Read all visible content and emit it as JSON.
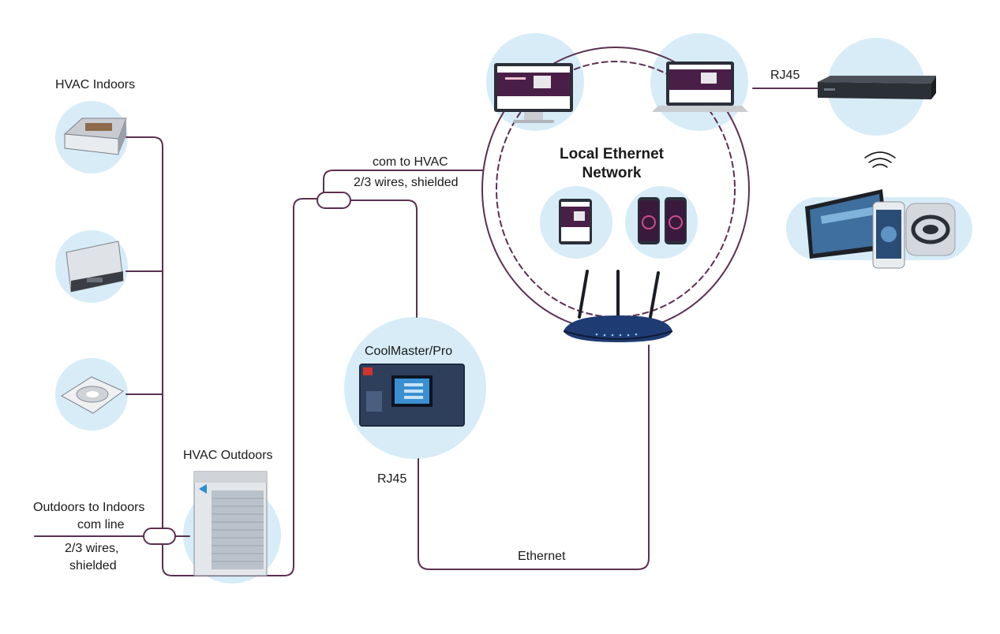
{
  "labels": {
    "hvac_indoors": "HVAC Indoors",
    "hvac_outdoors": "HVAC Outdoors",
    "outdoors_to_indoors": "Outdoors to Indoors",
    "com_line": "com line",
    "wires_shielded_a": "2/3 wires,",
    "wires_shielded_b": "shielded",
    "com_to_hvac": "com to HVAC",
    "wires_shielded_full": "2/3 wires, shielded",
    "coolmaster": "CoolMaster/Pro",
    "rj45_left": "RJ45",
    "rj45_right": "RJ45",
    "ethernet": "Ethernet",
    "local_ethernet_1": "Local Ethernet",
    "local_ethernet_2": "Network"
  },
  "colors": {
    "wire": "#5b3050",
    "bubble": "#d7ecf7",
    "device_dark": "#2b2f3a",
    "screen_purple": "#4a1f47",
    "router_blue": "#1f3b73"
  },
  "icons": [
    "ceiling-cassette-icon",
    "wall-split-unit-icon",
    "round-cassette-icon",
    "outdoor-unit-icon",
    "coolmaster-controller-icon",
    "desktop-monitor-icon",
    "laptop-icon",
    "tablet-icon",
    "smartphone-icon",
    "wifi-router-icon",
    "network-switch-icon",
    "wifi-signal-icon",
    "mobile-devices-icon"
  ]
}
